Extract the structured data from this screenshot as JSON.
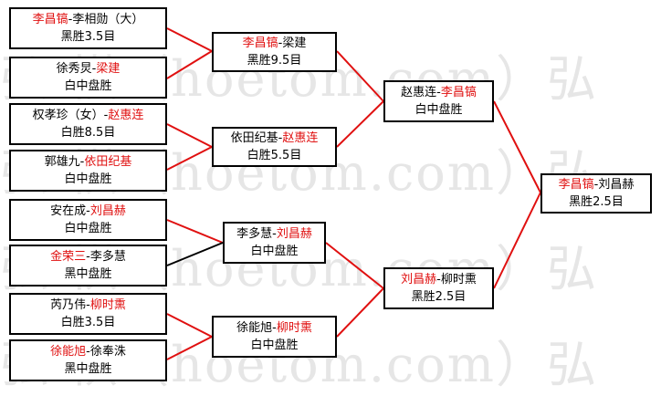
{
  "watermark": "弘 棋（hoetom.com）弘",
  "colors": {
    "winner": "#e01010",
    "loser": "#000000",
    "win_line": "#e01010",
    "lose_line": "#000000"
  },
  "rounds": {
    "r1": [
      {
        "p1": "李昌镐",
        "sep": "-",
        "p2": "李相勋（大）",
        "winner": 1,
        "result": "黑胜3.5目"
      },
      {
        "p1": "徐秀炅",
        "sep": "-",
        "p2": "梁建",
        "winner": 2,
        "result": "白中盘胜"
      },
      {
        "p1": "权孝珍（女）",
        "sep": "-",
        "p2": "赵惠连",
        "winner": 2,
        "result": "白胜8.5目"
      },
      {
        "p1": "郭雄九",
        "sep": "-",
        "p2": "依田纪基",
        "winner": 2,
        "result": "白中盘胜"
      },
      {
        "p1": "安在成",
        "sep": "-",
        "p2": "刘昌赫",
        "winner": 2,
        "result": "白中盘胜"
      },
      {
        "p1": "金荣三",
        "sep": "-",
        "p2": "李多慧",
        "winner": 1,
        "result": "黑中盘胜"
      },
      {
        "p1": "芮乃伟",
        "sep": "-",
        "p2": "柳时熏",
        "winner": 2,
        "result": "白胜3.5目"
      },
      {
        "p1": "徐能旭",
        "sep": "-",
        "p2": "徐奉洙",
        "winner": 1,
        "result": "黑中盘胜"
      }
    ],
    "r2": [
      {
        "p1": "李昌镐",
        "sep": "-",
        "p2": "梁建",
        "winner": 1,
        "result": "黑胜9.5目"
      },
      {
        "p1": "依田纪基",
        "sep": "-",
        "p2": "赵惠连",
        "winner": 2,
        "result": "白胜5.5目"
      },
      {
        "p1": "李多慧",
        "sep": "-",
        "p2": "刘昌赫",
        "winner": 2,
        "result": "白中盘胜"
      },
      {
        "p1": "徐能旭",
        "sep": "-",
        "p2": "柳时熏",
        "winner": 2,
        "result": "白中盘胜"
      }
    ],
    "r3": [
      {
        "p1": "赵惠连",
        "sep": "-",
        "p2": "李昌镐",
        "winner": 2,
        "result": "白中盘胜"
      },
      {
        "p1": "刘昌赫",
        "sep": "-",
        "p2": "柳时熏",
        "winner": 1,
        "result": "黑胜2.5目"
      }
    ],
    "final": [
      {
        "p1": "李昌镐",
        "sep": "-",
        "p2": "刘昌赫",
        "winner": 1,
        "result": "黑胜2.5目"
      }
    ]
  }
}
